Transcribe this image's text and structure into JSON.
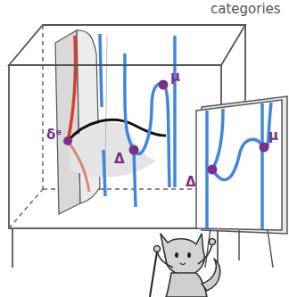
{
  "diagram": {
    "labels": [
      "categories",
      "δᵉ",
      "Δ",
      "μ",
      "Δ",
      "μ"
    ]
  }
}
